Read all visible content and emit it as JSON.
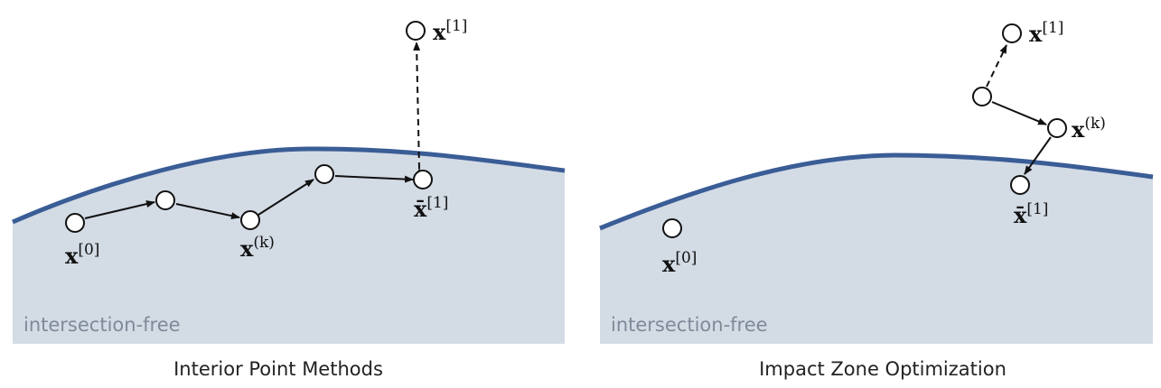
{
  "panels": [
    {
      "caption": "Interior Point Methods",
      "region_label": "intersection-free",
      "labels": [
        {
          "base": "x",
          "sup": "[0]"
        },
        {
          "base": "x",
          "sup": "(k)"
        },
        {
          "base": "x̄",
          "sup": "[1]"
        },
        {
          "base": "x",
          "sup": "[1]"
        }
      ]
    },
    {
      "caption": "Impact Zone Optimization",
      "region_label": "intersection-free",
      "labels": [
        {
          "base": "x",
          "sup": "[0]"
        },
        {
          "base": "x",
          "sup": "(k)"
        },
        {
          "base": "x̄",
          "sup": "[1]"
        },
        {
          "base": "x",
          "sup": "[1]"
        }
      ]
    }
  ],
  "colors": {
    "boundary": "#3a5d96",
    "region": "#d3dbe5",
    "region_text": "#7f8a99"
  }
}
